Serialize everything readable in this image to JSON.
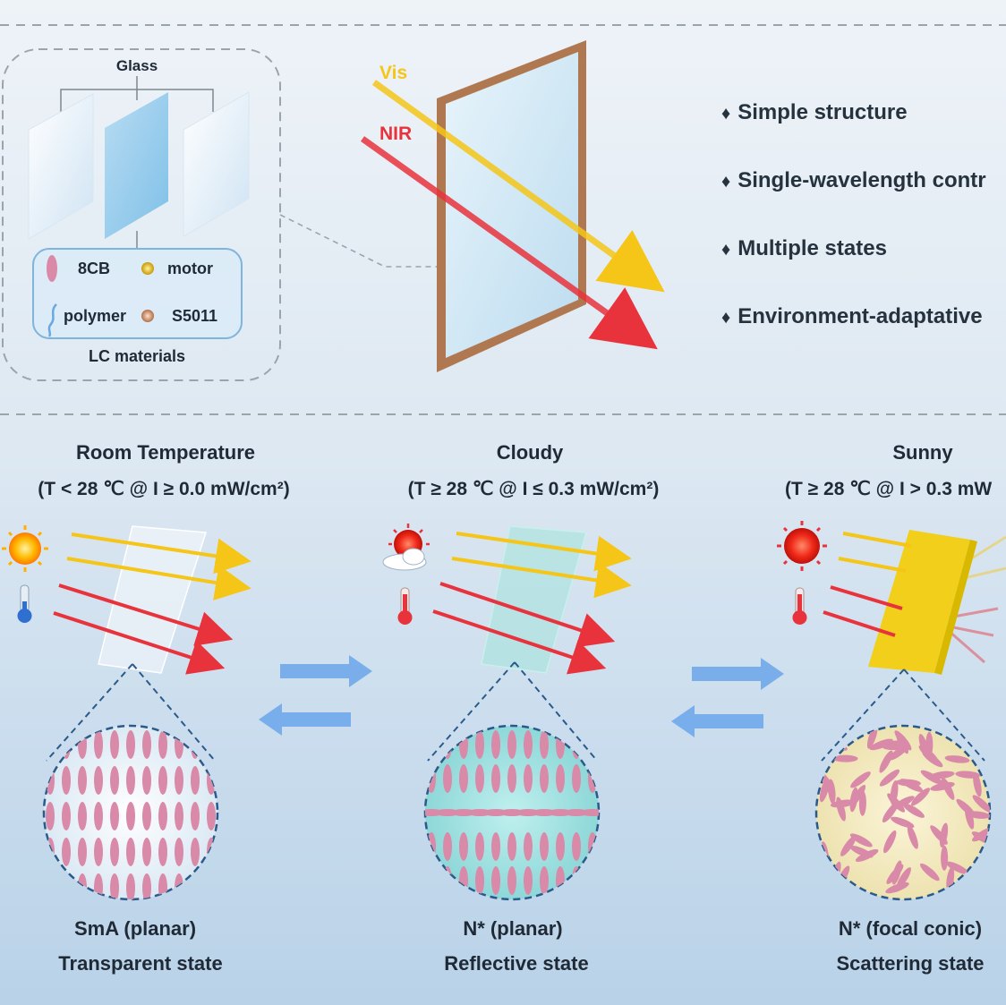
{
  "top": {
    "glass_label": "Glass",
    "materials": {
      "items": [
        {
          "label": "8CB",
          "icon": "rod-molecule-icon"
        },
        {
          "label": "motor",
          "icon": "gold-sphere-icon"
        },
        {
          "label": "polymer",
          "icon": "polymer-chain-icon"
        },
        {
          "label": "S5011",
          "icon": "copper-sphere-icon"
        }
      ],
      "caption": "LC materials"
    },
    "beams": {
      "vis": "Vis",
      "nir": "NIR"
    },
    "features": [
      "Simple structure",
      "Single-wavelength contr",
      "Multiple states",
      "Environment-adaptative"
    ]
  },
  "states": [
    {
      "title": "Room Temperature",
      "condition": "(T < 28 ℃ @ I ≥ 0.0 mW/cm²)",
      "phase": "SmA (planar)",
      "state": "Transparent state",
      "weather_icon": "sun-icon"
    },
    {
      "title": "Cloudy",
      "condition": "(T ≥ 28 ℃ @ I ≤ 0.3 mW/cm²)",
      "phase": "N* (planar)",
      "state": "Reflective state",
      "weather_icon": "cloudy-sun-icon"
    },
    {
      "title": "Sunny",
      "condition": "(T ≥ 28 ℃ @ I > 0.3 mW",
      "phase": "N* (focal conic)",
      "state": "Scattering state",
      "weather_icon": "hot-sun-icon"
    }
  ],
  "colors": {
    "vis": "#f5c518",
    "nir": "#e8323c",
    "lc_rod": "#d98aa8",
    "frame": "#b07850",
    "arrow": "#6aa6ea",
    "sunny_film": "#f2cf1a"
  }
}
